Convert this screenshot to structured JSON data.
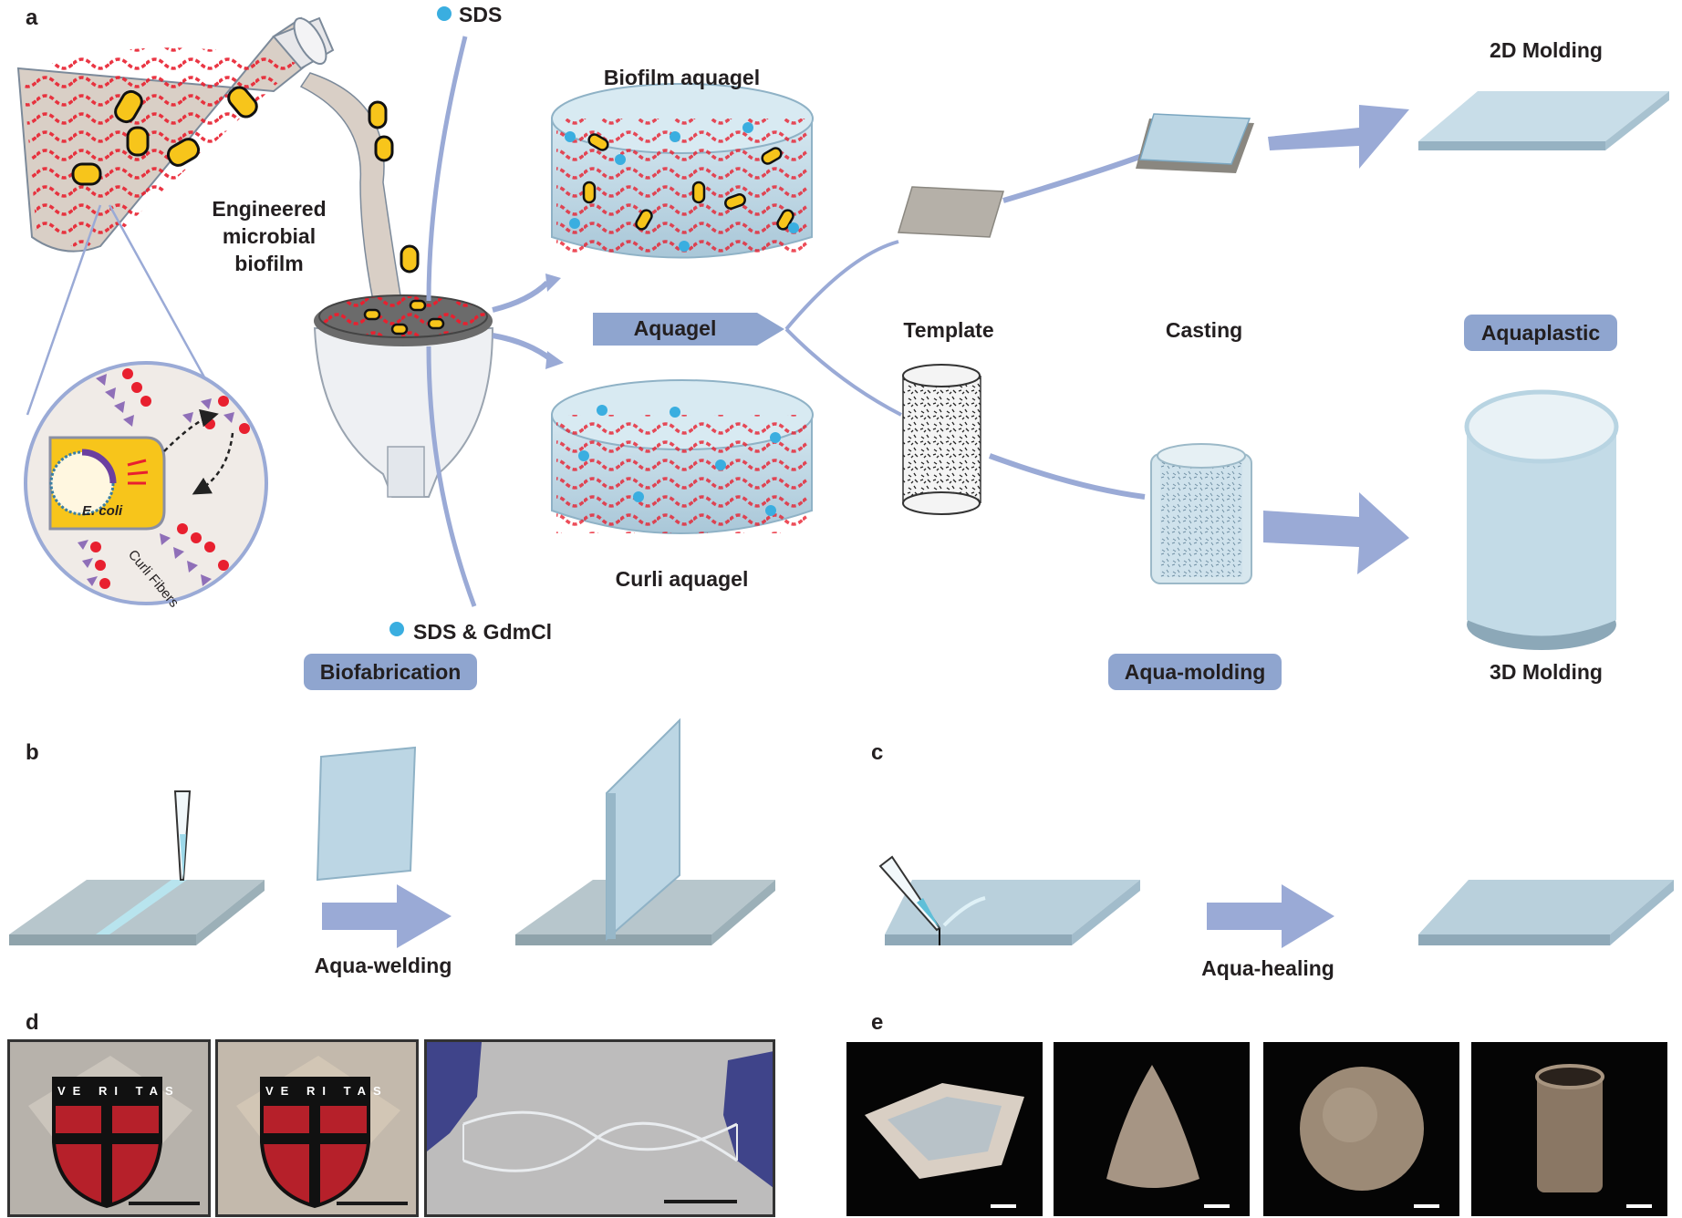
{
  "panels": {
    "a": "a",
    "b": "b",
    "c": "c",
    "d": "d",
    "e": "e"
  },
  "panel_a": {
    "engineered_biofilm": [
      "Engineered",
      "microbial",
      "biofilm"
    ],
    "ecoli_label": "E. coli",
    "curli_label": "Curli Fibers",
    "sds": "SDS",
    "sds_gdmcl": "SDS & GdmCl",
    "biofilm_aquagel": "Biofilm aquagel",
    "curli_aquagel": "Curli aquagel",
    "aquagel": "Aquagel",
    "template": "Template",
    "casting": "Casting",
    "molding_2d": "2D Molding",
    "molding_3d": "3D Molding",
    "aquaplastic": "Aquaplastic",
    "biofabrication": "Biofabrication",
    "aqua_molding": "Aqua-molding"
  },
  "panel_b": {
    "caption": "Aqua-welding"
  },
  "panel_c": {
    "caption": "Aqua-healing"
  },
  "panel_d": {
    "shield_text": [
      "VE",
      "RI",
      "TAS"
    ]
  },
  "colors": {
    "accent_pill": "#8fa5cf",
    "arrow": "#9aaad6",
    "fiber": "#e8202f",
    "cell": "#f7c51b",
    "molecule": "#3aaee0",
    "gel": "#bcd6e4"
  }
}
